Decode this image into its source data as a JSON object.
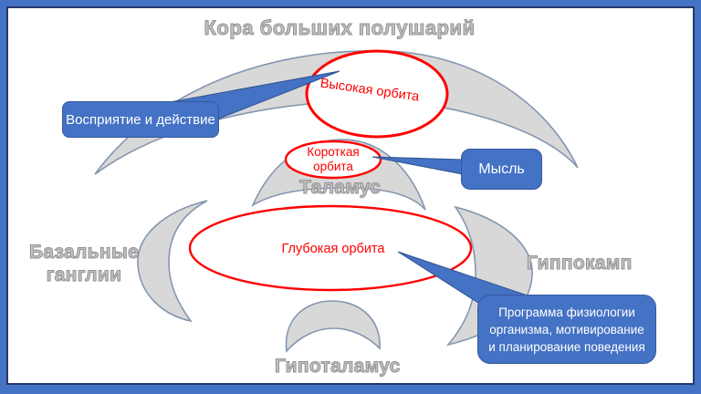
{
  "title": "Кора больших полушарий",
  "regions": {
    "thalamus": "Таламус",
    "basal_ganglia": "Базальные ганглии",
    "hippocampus": "Гиппокамп",
    "hypothalamus": "Гипоталамус"
  },
  "orbits": {
    "high": "Высокая орбита",
    "short": "Короткая орбита",
    "deep": "Глубокая орбита"
  },
  "callouts": {
    "perception": "Восприятие и действие",
    "thought": "Мысль",
    "program": "Программа физиологии организма, мотивирование и планирование поведения"
  },
  "colors": {
    "accent_blue": "#4472C4",
    "frame_line": "#24376B",
    "shape_fill": "#D8D8D8",
    "shape_stroke": "#8496B0",
    "orbit_red": "#FF0000",
    "label_gray": "#A6A6A6"
  }
}
